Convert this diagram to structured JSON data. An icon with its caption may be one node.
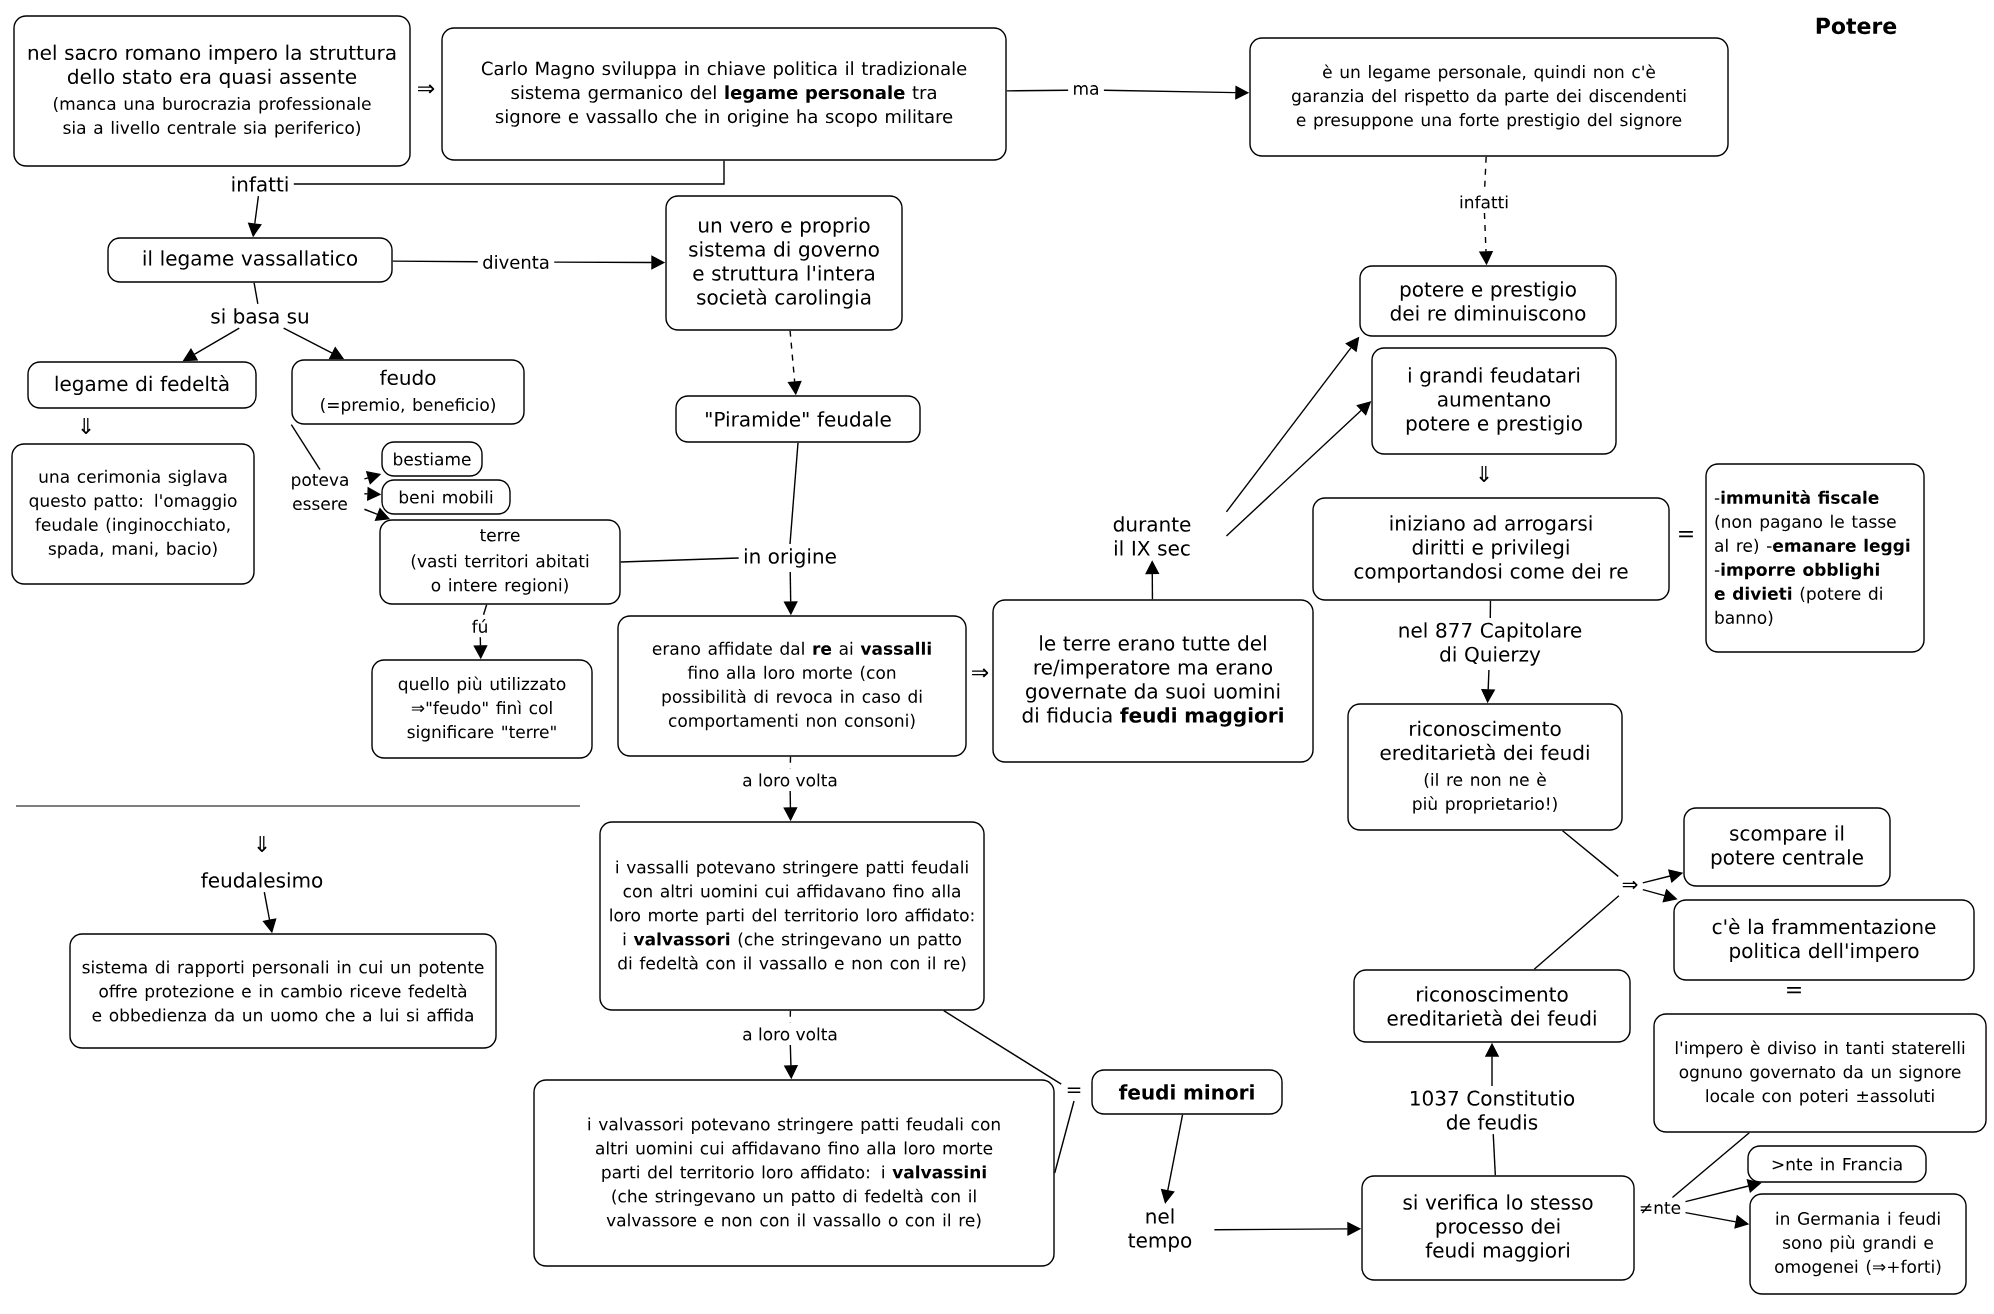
{
  "diagram": {
    "title": "Potere",
    "nodes": [
      {
        "text": [
          "nel sacro romano impero la struttura dello stato era quasi assente",
          "(manca una burocrazia professionale sia a livello centrale sia periferico)"
        ]
      },
      {
        "text": [
          "Carlo Magno sviluppa in chiave politica il tradizionale sistema germanico del **legame personale** tra signore e vassallo che in origine ha scopo militare"
        ]
      },
      {
        "text": [
          "ma"
        ]
      },
      {
        "text": [
          "è un legame personale, quindi non c'è garanzia del rispetto da parte dei discendenti e presuppone una forte prestigio del signore"
        ]
      },
      {
        "text": [
          "infatti"
        ]
      },
      {
        "text": [
          "il legame vassallatico"
        ]
      },
      {
        "text": [
          "diventa"
        ]
      },
      {
        "text": [
          "un vero e proprio sistema di governo e struttura l'intera società carolingia"
        ]
      },
      {
        "text": [
          "si basa su"
        ]
      },
      {
        "text": [
          "legame di fedeltà"
        ]
      },
      {
        "text": [
          "feudo",
          "(=premio, beneficio)"
        ]
      },
      {
        "text": [
          "una cerimonia siglava questo patto: l'omaggio feudale (inginocchiato, spada, mani, bacio)"
        ]
      },
      {
        "text": [
          "poteva essere"
        ]
      },
      {
        "text": [
          "bestiame"
        ]
      },
      {
        "text": [
          "beni mobili"
        ]
      },
      {
        "text": [
          "terre",
          "(vasti territori abitati o intere regioni)"
        ]
      },
      {
        "text": [
          "fú"
        ]
      },
      {
        "text": [
          "quello più utilizzato ⇒\"feudo\" finì col significare \"terre\""
        ]
      },
      {
        "text": [
          "\"Piramide\" feudale"
        ]
      },
      {
        "text": [
          "in origine"
        ]
      },
      {
        "text": [
          "erano affidate dal **re** ai **vassalli** fino alla loro morte (con possibilità di revoca in caso di comportamenti non consoni)"
        ]
      },
      {
        "text": [
          "le terre erano tutte del re/imperatore ma erano governate da suoi uomini di fiducia **feudi maggiori**"
        ]
      },
      {
        "text": [
          "durante il IX sec"
        ]
      },
      {
        "text": [
          "potere e prestigio dei re diminuiscono"
        ]
      },
      {
        "text": [
          "i grandi feudatari aumentano potere e prestigio"
        ]
      },
      {
        "text": [
          "iniziano ad arrogarsi diritti e privilegi comportandosi come dei re"
        ]
      },
      {
        "text": [
          "-**immunità fiscale** (non pagano le tasse al re) -**emanare leggi** -**imporre obblighi e divieti** (potere di banno)"
        ]
      },
      {
        "text": [
          "nel 877 Capitolare di Quierzy"
        ]
      },
      {
        "text": [
          "riconoscimento ereditarietà dei feudi",
          "(il re non ne è più proprietario!)"
        ]
      },
      {
        "text": [
          "⇒"
        ]
      },
      {
        "text": [
          "scompare il potere centrale"
        ]
      },
      {
        "text": [
          "c'è la frammentazione politica dell'impero"
        ]
      },
      {
        "text": [
          "l'impero è diviso in tanti staterelli ognuno governato da un signore locale con poteri ±assoluti"
        ]
      },
      {
        "text": [
          "feudalesimo"
        ]
      },
      {
        "text": [
          "sistema di rapporti personali in cui un potente offre protezione e in cambio riceve fedeltà e obbedienza da un uomo che a lui si affida"
        ]
      },
      {
        "text": [
          "a loro volta"
        ]
      },
      {
        "text": [
          "i vassalli potevano stringere patti feudali con altri uomini cui affidavano fino alla loro morte parti del territorio loro affidato: i **valvassori** (che stringevano un patto di fedeltà con il vassallo e non con il re)"
        ]
      },
      {
        "text": [
          "a loro volta"
        ]
      },
      {
        "text": [
          "i valvassori potevano stringere patti feudali con altri uomini cui affidavano fino alla loro morte parti del territorio loro affidato: i **valvassini** (che stringevano un patto di fedeltà con il valvassore e non con il vassallo o con il re)"
        ]
      },
      {
        "text": [
          "="
        ]
      },
      {
        "text": [
          "feudi minori"
        ]
      },
      {
        "text": [
          "nel tempo"
        ]
      },
      {
        "text": [
          "si verifica lo stesso processo dei feudi maggiori"
        ]
      },
      {
        "text": [
          "1037 Constitutio de feudis"
        ]
      },
      {
        "text": [
          "riconoscimento ereditarietà dei feudi"
        ]
      },
      {
        "text": [
          "≠nte"
        ]
      },
      {
        "text": [
          ">nte in Francia"
        ]
      },
      {
        "text": [
          "in Germania i feudi sono più grandi e omogenei (⇒+forti)"
        ]
      },
      {
        "text": [
          "infatti"
        ]
      }
    ],
    "edges": [
      {
        "from": 1,
        "to": 2,
        "arrow": "none"
      },
      {
        "from": 2,
        "to": 3,
        "arrow": "to"
      },
      {
        "from": 1,
        "to": 4,
        "arrow": "none"
      },
      {
        "from": 4,
        "to": 5,
        "arrow": "to"
      },
      {
        "from": 5,
        "to": 6,
        "arrow": "none"
      },
      {
        "from": 6,
        "to": 7,
        "arrow": "to"
      },
      {
        "from": 5,
        "to": 8,
        "arrow": "none"
      },
      {
        "from": 8,
        "to": 9,
        "arrow": "to"
      },
      {
        "from": 8,
        "to": 10,
        "arrow": "to"
      },
      {
        "from": 10,
        "to": 12,
        "arrow": "none"
      },
      {
        "from": 12,
        "to": 13,
        "arrow": "to"
      },
      {
        "from": 12,
        "to": 14,
        "arrow": "to"
      },
      {
        "from": 12,
        "to": 15,
        "arrow": "to"
      },
      {
        "from": 15,
        "to": 16,
        "arrow": "none"
      },
      {
        "from": 16,
        "to": 17,
        "arrow": "to"
      },
      {
        "from": 7,
        "to": 18,
        "arrow": "to",
        "style": "dashed"
      },
      {
        "from": 15,
        "to": 19,
        "arrow": "none"
      },
      {
        "from": 18,
        "to": 19,
        "arrow": "none"
      },
      {
        "from": 19,
        "to": 20,
        "arrow": "to"
      },
      {
        "from": 21,
        "to": 22,
        "arrow": "to"
      },
      {
        "from": 22,
        "to": 23,
        "arrow": "to"
      },
      {
        "from": 22,
        "to": 24,
        "arrow": "to"
      },
      {
        "from": 3,
        "to": 48,
        "arrow": "none",
        "style": "dashed"
      },
      {
        "from": 48,
        "to": 23,
        "arrow": "to",
        "style": "dashed"
      },
      {
        "from": 25,
        "to": 27,
        "arrow": "none"
      },
      {
        "from": 27,
        "to": 28,
        "arrow": "to"
      },
      {
        "from": 28,
        "to": 29,
        "arrow": "none"
      },
      {
        "from": 44,
        "to": 29,
        "arrow": "none"
      },
      {
        "from": 29,
        "to": 30,
        "arrow": "to"
      },
      {
        "from": 29,
        "to": 31,
        "arrow": "to"
      },
      {
        "from": 33,
        "to": 34,
        "arrow": "to"
      },
      {
        "from": 20,
        "to": 35,
        "arrow": "none",
        "style": "dashed"
      },
      {
        "from": 35,
        "to": 36,
        "arrow": "to"
      },
      {
        "from": 36,
        "to": 37,
        "arrow": "none",
        "style": "dashed"
      },
      {
        "from": 37,
        "to": 38,
        "arrow": "to"
      },
      {
        "from": 36,
        "to": 39,
        "arrow": "none"
      },
      {
        "from": 38,
        "to": 39,
        "arrow": "none"
      },
      {
        "from": 40,
        "to": 41,
        "arrow": "to"
      },
      {
        "from": 41,
        "to": 42,
        "arrow": "to"
      },
      {
        "from": 42,
        "to": 43,
        "arrow": "none"
      },
      {
        "from": 43,
        "to": 44,
        "arrow": "to"
      },
      {
        "from": 32,
        "to": 45,
        "arrow": "none"
      },
      {
        "from": 45,
        "to": 46,
        "arrow": "to"
      },
      {
        "from": 45,
        "to": 47,
        "arrow": "to"
      }
    ],
    "labels": [
      "⇒",
      "⇓",
      "⇓",
      "=",
      "⇒",
      "⇓",
      "="
    ]
  }
}
